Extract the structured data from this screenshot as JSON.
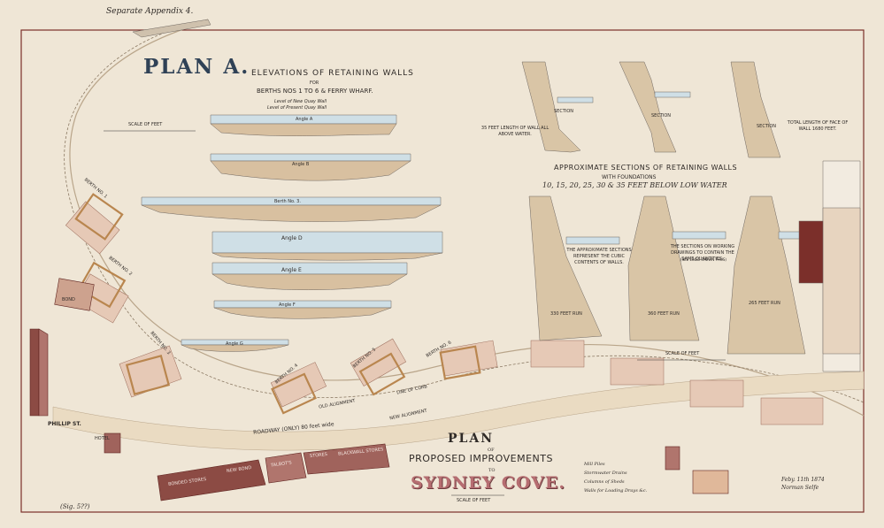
{
  "header": {
    "appendix": "Separate Appendix 4."
  },
  "plan_a": {
    "title": "PLAN A.",
    "elevations_title": "ELEVATIONS OF RETAINING WALLS",
    "elevations_for": "FOR",
    "elevations_subtitle": "BERTHS NOS 1 TO 6 & FERRY WHARF.",
    "level_new": "Level of New Quay Wall",
    "level_present": "Level of Present Quay Wall",
    "scale": "SCALE OF FEET"
  },
  "elevations": [
    {
      "label": "Angle A"
    },
    {
      "label": "Angle B"
    },
    {
      "label": "Berth No. 3."
    },
    {
      "label": "Angle D"
    },
    {
      "label": "Angle E"
    },
    {
      "label": "Angle F"
    },
    {
      "label": "Angle G"
    }
  ],
  "sections": {
    "title": "APPROXIMATE SECTIONS OF RETAINING WALLS",
    "with": "WITH FOUNDATIONS",
    "depths": "10, 15, 20, 25, 30 & 35 FEET BELOW LOW WATER",
    "note_35": "35 FEET LENGTH OF WALL ALL ABOVE WATER.",
    "total_length": "TOTAL LENGTH OF FACE OF WALL 1680 FEET.",
    "approx_note": "THE APPROXIMATE SECTIONS REPRESENT THE CUBIC CONTENTS OF WALLS.",
    "working_note": "THE SECTIONS ON WORKING DRAWINGS TO CONTAIN THE SAME QUANTITIES.",
    "working_sub": "(SEE LINES SHEWN THUS)",
    "run_330": "330 FEET RUN",
    "run_360": "360 FEET RUN",
    "run_265": "265 FEET RUN",
    "scale": "SCALE OF FEET"
  },
  "top_sections": [
    "SECTION",
    "SECTION",
    "SECTION"
  ],
  "map_labels": {
    "berth1": "BERTH NO. 1",
    "berth2": "BERTH NO. 2",
    "berth3": "BERTH NO. 3",
    "berth4": "BERTH NO. 4",
    "berth5": "BERTH NO. 5",
    "berth6": "BERTH NO. 6",
    "phillip": "PHILLIP ST.",
    "hotel": "HOTEL",
    "bond": "BOND",
    "roadway": "ROADWAY (ONLY) 80 feet wide",
    "line_of_curb": "LINE OF CURB",
    "new_alignment": "NEW ALIGNMENT",
    "old_alignment": "OLD ALIGNMENT",
    "bonded_stores": "BONDED STORES",
    "new_bond": "NEW BOND",
    "talbots": "TALBOT'S",
    "stores": "STORES",
    "blackwall_stores": "BLACKWALL STORES"
  },
  "plan": {
    "title": "PLAN",
    "of": "OF",
    "subtitle": "PROPOSED IMPROVEMENTS",
    "to": "TO",
    "place": "SYDNEY COVE.",
    "scale": "SCALE OF FEET"
  },
  "legend": [
    "Mill Piles",
    "Stormwater Drains",
    "Columns of Sheds",
    "Walls for Loading Drays &c."
  ],
  "signature": {
    "date": "Feby. 11th 1874",
    "name": "Norman Selfe"
  },
  "footer": {
    "sig": "(Sig. 5??)"
  },
  "colors": {
    "paper": "#efe6d6",
    "frame": "#7b2f2a",
    "sand": "#d8c0a0",
    "water": "#cfdfe6",
    "red": "#a2504b"
  }
}
